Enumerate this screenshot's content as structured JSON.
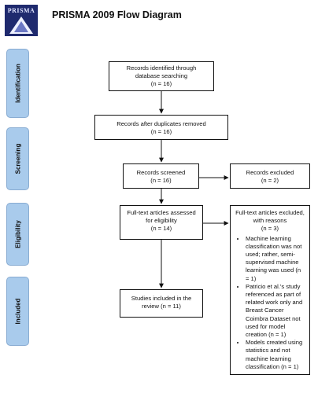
{
  "header": {
    "logo_text": "PRISMA",
    "title": "PRISMA 2009 Flow Diagram"
  },
  "stages": {
    "identification": "Identification",
    "screening": "Screening",
    "eligibility": "Eligibility",
    "included": "Included"
  },
  "boxes": {
    "identified": {
      "line1": "Records identified through",
      "line2": "database searching",
      "count": "(n = 16)"
    },
    "after_duplicates": {
      "line1": "Records after duplicates removed",
      "count": "(n = 16)"
    },
    "screened": {
      "line1": "Records screened",
      "count": "(n = 16)"
    },
    "excluded": {
      "line1": "Records excluded",
      "count": "(n = 2)"
    },
    "fulltext": {
      "line1": "Full-text articles assessed",
      "line2": "for eligibility",
      "count": "(n = 14)"
    },
    "fulltext_excluded": {
      "line1": "Full-text articles excluded,",
      "line2": "with reasons",
      "count": "(n = 3)",
      "reasons": [
        "Machine learning classification was not used; rather, semi-supervised machine learning was used (n = 1)",
        "Patricio et al.'s study referenced as part of related work only and Breast Cancer Coimbra Dataset not used for model creation (n = 1)",
        "Models created using statistics and not machine learning classification (n = 1)"
      ]
    },
    "included": {
      "line1": "Studies included in the",
      "line2": "review (n = 11)"
    }
  }
}
